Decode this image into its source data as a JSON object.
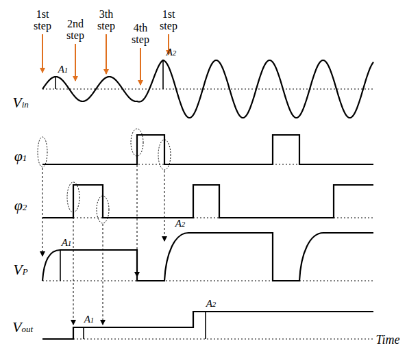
{
  "diagram": {
    "labels": [
      "1st step",
      "2nd step",
      "3th step",
      "4th step",
      "1st step",
      "A1",
      "A2",
      "Vin",
      "φ1",
      "φ2",
      "VP",
      "Vout",
      "A1",
      "A2",
      "A1",
      "A2",
      "Time"
    ]
  }
}
